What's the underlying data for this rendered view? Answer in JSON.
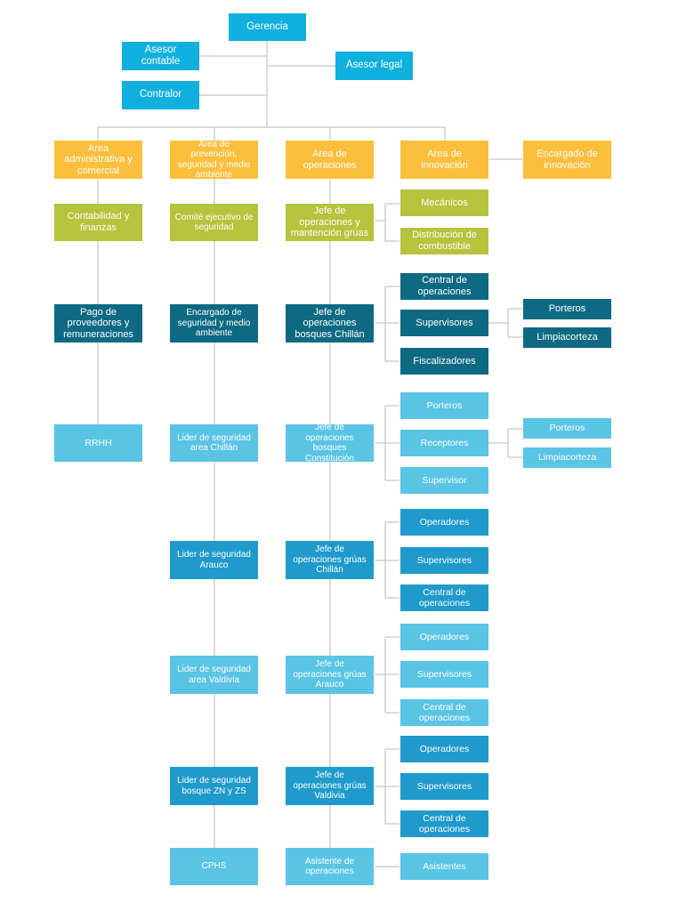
{
  "colors": {
    "cyan": "#0fb0dd",
    "orange": "#fbbf3c",
    "olive": "#b6c33c",
    "teal": "#0e6a82",
    "light_blue": "#5ac4e4",
    "mid_blue": "#1f9acb",
    "connector": "#c8c8c8"
  },
  "nodes": {
    "gerencia": "Gerencia",
    "asesor_contable": "Asesor contable",
    "asesor_legal": "Asesor legal",
    "contralor": "Contralor",
    "area_admin": "Area administrativa y comercial",
    "area_prevencion": "Area de prevención, seguridad y medio ambiente",
    "area_operaciones": "Area  de operaciones",
    "area_innovacion": "Area de innovación",
    "encargado_innovacion": "Encargado de innovación",
    "contabilidad": "Contabilidad y finanzas",
    "pago_proveedores": "Pago de proveedores y remuneraciones",
    "rrhh": "RRHH",
    "comite_ejecutivo": "Comité ejecutivo de seguridad",
    "encargado_seguridad": "Encargado de seguridad y medio ambiente",
    "lider_chillan": "Lider de seguridad area Chillán",
    "lider_arauco": "Lider de seguridad Arauco",
    "lider_valdivia": "Lider de seguridad area Valdivia",
    "lider_zn_zs": "Lider de seguridad bosque ZN y ZS",
    "cphs": "CPHS",
    "jefe_mantencion": "Jefe de operaciones y mantención grúas",
    "mecanicos": "Mecánicos",
    "distribucion_combustible": "Distribución de combustible",
    "jefe_bosques_chillan": "Jefe de operaciones bosques Chillán",
    "central_operaciones_1": "Central de operaciones",
    "supervisores_1": "Supervisores",
    "fiscalizadores": "Fiscalizadores",
    "porteros_1": "Porteros",
    "limpiacorteza_1": "Limpiacorteza",
    "jefe_bosques_constitucion": "Jefe de operaciones bosques Constitución",
    "porteros_2": "Porteros",
    "receptores": "Receptores",
    "supervisor": "Supervisor",
    "porteros_3": "Porteros",
    "limpiacorteza_2": "Limpiacorteza",
    "jefe_gruas_chillan": "Jefe de operaciones grúas Chillán",
    "operadores_1": "Operadores",
    "supervisores_2": "Supervisores",
    "central_operaciones_2": "Central de operaciones",
    "jefe_gruas_arauco": "Jefe de operaciones grúas Arauco",
    "operadores_2": "Operadores",
    "supervisores_3": "Supervisores",
    "central_operaciones_3": "Central de operaciones",
    "jefe_gruas_valdivia": "Jefe de operaciones grúas Valdivia",
    "operadores_3": "Operadores",
    "supervisores_4": "Supervisores",
    "central_operaciones_4": "Central de operaciones",
    "asistente_operaciones": "Asistente de operaciones",
    "asistentes": "Asistentes"
  }
}
